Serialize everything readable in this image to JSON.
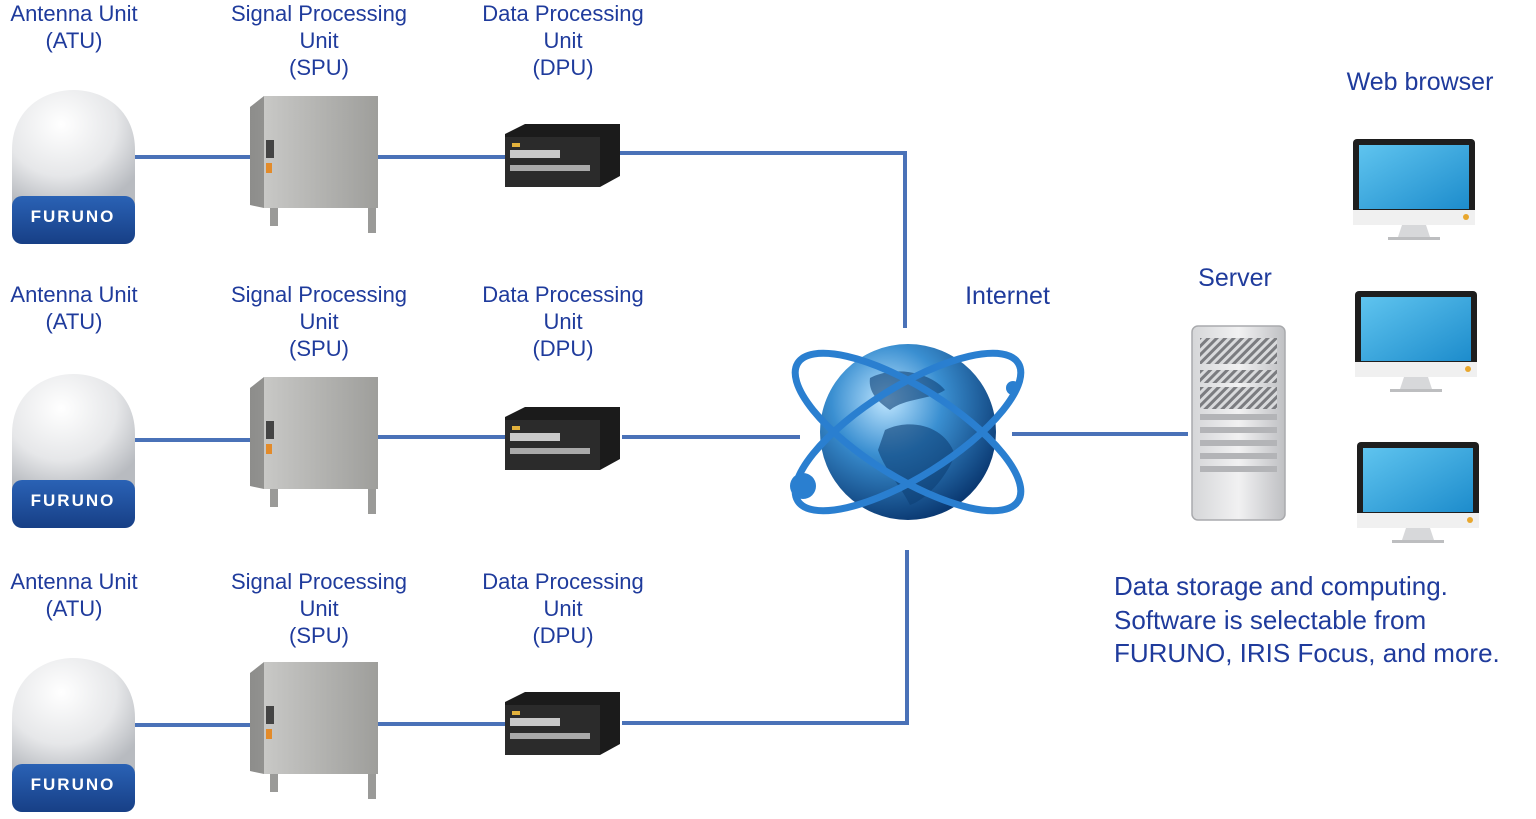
{
  "sites": [
    {
      "atu_label": [
        "Antenna Unit",
        "(ATU)"
      ],
      "spu_label": [
        "Signal Processing",
        "Unit",
        "(SPU)"
      ],
      "dpu_label": [
        "Data Processing",
        "Unit",
        "(DPU)"
      ]
    },
    {
      "atu_label": [
        "Antenna Unit",
        "(ATU)"
      ],
      "spu_label": [
        "Signal Processing",
        "Unit",
        "(SPU)"
      ],
      "dpu_label": [
        "Data Processing",
        "Unit",
        "(DPU)"
      ]
    },
    {
      "atu_label": [
        "Antenna Unit",
        "(ATU)"
      ],
      "spu_label": [
        "Signal Processing",
        "Unit",
        "(SPU)"
      ],
      "dpu_label": [
        "Data Processing",
        "Unit",
        "(DPU)"
      ]
    }
  ],
  "antenna_brand": "FURUNO",
  "internet_label": "Internet",
  "server_label": "Server",
  "browser_label": "Web browser",
  "description": [
    "Data storage and computing.",
    "Software is selectable from",
    "FURUNO, IRIS Focus, and more."
  ],
  "colors": {
    "text": "#1f3b9c",
    "connector": "#4a72b8",
    "antenna_base": "#1c4f9c",
    "screen": "#2a9fd8"
  },
  "icons": [
    "antenna-icon",
    "spu-cabinet-icon",
    "dpu-box-icon",
    "globe-icon",
    "server-icon",
    "monitor-icon"
  ]
}
